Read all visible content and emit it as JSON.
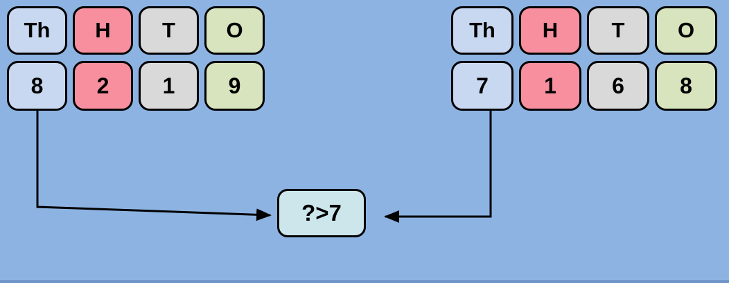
{
  "colors": {
    "background": "#8db3e2",
    "thousands": "#c9d8f1",
    "hundreds": "#f78f9e",
    "tens": "#d9d9d9",
    "ones": "#d7e4bd",
    "comparison": "#cde6ec",
    "line": "#000000",
    "bottom_edge": "#6e94c8"
  },
  "left_table": {
    "headers": [
      "Th",
      "H",
      "T",
      "O"
    ],
    "digits": [
      "8",
      "2",
      "1",
      "9"
    ]
  },
  "right_table": {
    "headers": [
      "Th",
      "H",
      "T",
      "O"
    ],
    "digits": [
      "7",
      "1",
      "6",
      "8"
    ]
  },
  "comparison": {
    "label": "?>7"
  }
}
